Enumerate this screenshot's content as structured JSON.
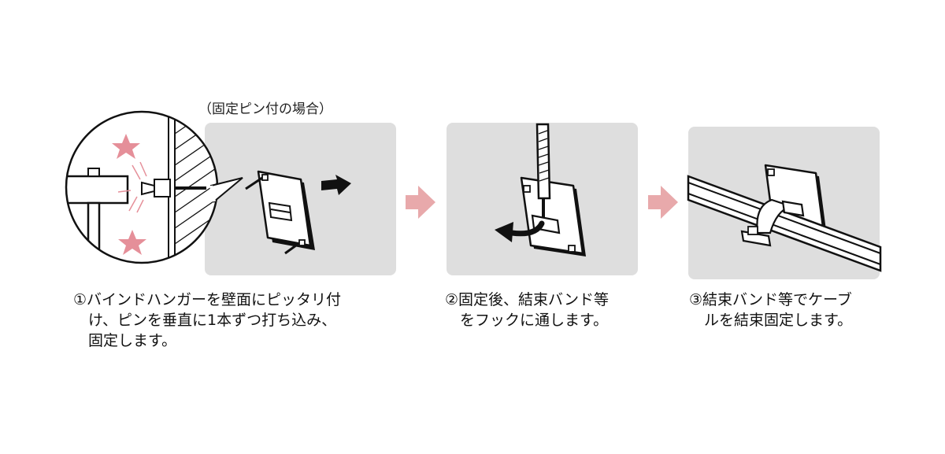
{
  "note": "（固定ピン付の場合）",
  "steps": [
    {
      "text": "①バインドハンガーを壁面にピッタリ付\n　け、ピンを垂直に1本ずつ打ち込み、\n　固定します。"
    },
    {
      "text": "②固定後、結束バンド等\n　をフックに通します。"
    },
    {
      "text": "③結束バンド等でケーブ\n　ルを結束固定します。"
    }
  ],
  "colors": {
    "panel": "#dedede",
    "arrow": "#e8a9ab",
    "accent": "#e58f99",
    "line": "#111111"
  }
}
